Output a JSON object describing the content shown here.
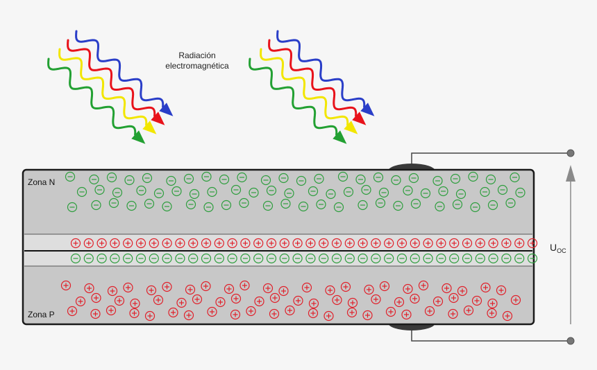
{
  "labels": {
    "radiation_line1": "Radiación",
    "radiation_line2": "electromagnética",
    "zone_n": "Zona N",
    "zone_p": "Zona P",
    "voltage_main": "U",
    "voltage_sub": "OC"
  },
  "symbols": {
    "minus": "⊖",
    "plus": "⊕"
  },
  "colors": {
    "background": "#f6f6f6",
    "semiconductor": "#c8c8c8",
    "junction_band": "#dedede",
    "outline": "#1a1a1a",
    "electron": "#2e9e3e",
    "hole": "#e0202a",
    "contact": "#3a3a3a",
    "wire": "#444444",
    "arrow": "#8a8a8a",
    "wave_blue": "#2a3ec8",
    "wave_red": "#e8121a",
    "wave_yellow": "#f2e600",
    "wave_green": "#22a032"
  },
  "waves": {
    "groups": 2,
    "colors_order": [
      "blue",
      "red",
      "yellow",
      "green"
    ]
  }
}
